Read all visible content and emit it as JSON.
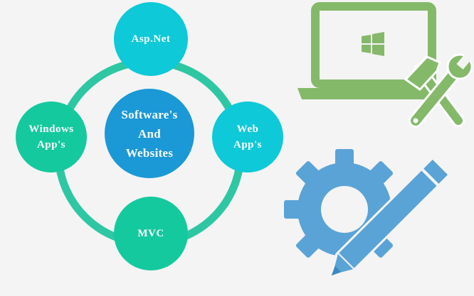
{
  "diagram": {
    "center": {
      "label": "Software's\nAnd\nWebsites"
    },
    "nodes": [
      {
        "id": "asp-net",
        "label": "Asp.Net"
      },
      {
        "id": "web-apps",
        "label": "Web\nApp's"
      },
      {
        "id": "mvc",
        "label": "MVC"
      },
      {
        "id": "windows-apps",
        "label": "Windows\nApp's"
      }
    ]
  },
  "colors": {
    "background": "#f4f4f4",
    "ring": "#2ec7a3",
    "node_cyan": "#0ec9d8",
    "node_green": "#15c99f",
    "center": "#1b98d6",
    "laptop": "#84b96a",
    "gear_pencil": "#5aa3d6"
  },
  "icons": {
    "laptop": "laptop-icon",
    "windows": "windows-logo-icon",
    "tools": "hammer-wrench-icon",
    "gear": "gear-icon",
    "pencil": "pencil-icon"
  }
}
